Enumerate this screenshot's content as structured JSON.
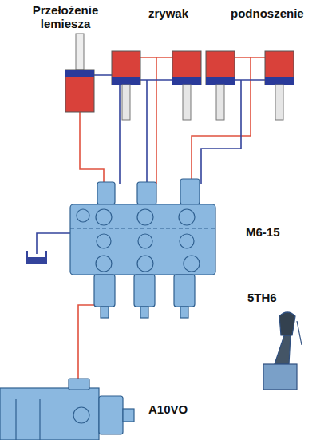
{
  "diagram": {
    "labels": [
      "Przełożenie lemiesza",
      "zrywak",
      "podnoszenie",
      "M6-15",
      "5TH6",
      "A10VO"
    ]
  }
}
